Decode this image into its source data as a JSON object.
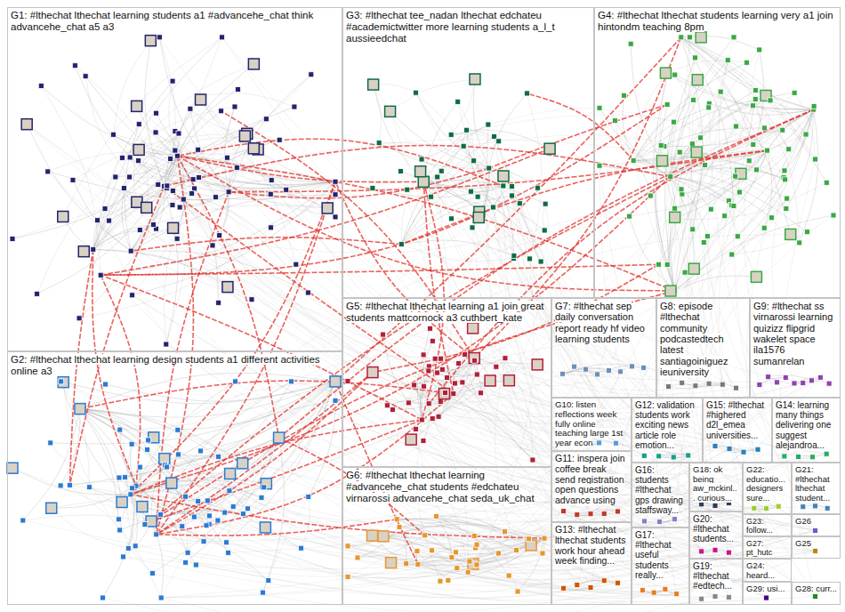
{
  "diagram": {
    "nodes": [
      {
        "text": [
          "G1: #lthechat lthechat learning students a1 #advancehe_chat think advancehe_chat a5 a3"
        ]
      },
      {
        "text": [
          "G2: #lthechat lthechat learning design students a1 different activities online a3"
        ]
      },
      {
        "text": [
          "G3: #lthechat tee_nadan lthechat edchateu #academictwitter more learning students a_l_t aussieedchat"
        ]
      },
      {
        "text": [
          "G4: #lthechat lthechat students learning very a1 join hintondm teaching 8pm"
        ]
      },
      {
        "text": [
          "G5: #lthechat lthechat learning a1 join great students mattcornock a3 cuthbert_kate"
        ]
      },
      {
        "text": [
          "G6: #lthechat lthechat learning #advancehe_chat students #edchateu virnarossi advancehe_chat seda_uk_chat"
        ]
      },
      {
        "text": [
          "G7: #lthechat sep daily conversation report ready hf video learning students"
        ]
      },
      {
        "text": [
          "G8: episode #lthechat community podcastedtech latest santiagoiniguez ieuniversity"
        ]
      },
      {
        "text": [
          "G9: #lthechat ss virnarossi learning quizizz flipgrid wakelet space ila1576 sumanrelan"
        ]
      },
      {
        "text": [
          "G10: listen reflections week fully online teaching large 1st year econ"
        ]
      },
      {
        "text": [
          "G11: inspera join coffee break send registration open questions advance using"
        ]
      },
      {
        "text": [
          "G12: validation students work exciting news article role emotion..."
        ]
      },
      {
        "text": [
          "G13: #lthechat lthechat students work hour ahead week finding..."
        ]
      },
      {
        "text": [
          "G14: learning many things delivering one suggest alejandroa..."
        ]
      },
      {
        "text": [
          "G15: #lthechat #highered d2l_emea universities..."
        ]
      },
      {
        "text": [
          "G16: students #lthechat gps drawing staffsway..."
        ]
      },
      {
        "text": [
          "G17: #lthechat useful students really..."
        ]
      },
      {
        "text": [
          "G18: ok being aw_mckinl... curious..."
        ]
      },
      {
        "text": [
          "G19: #lthechat #edtech..."
        ]
      },
      {
        "text": [
          "G20: #lthechat students..."
        ]
      },
      {
        "text": [
          "G21: #lthechat lthechat student..."
        ]
      },
      {
        "text": [
          "G22: educatio... designers sure..."
        ]
      },
      {
        "text": [
          "G23: follow..."
        ]
      },
      {
        "text": [
          "G24: heard..."
        ]
      },
      {
        "text": [
          "G25"
        ]
      },
      {
        "text": [
          "G26"
        ]
      },
      {
        "text": [
          "G27: pt_hutc"
        ]
      },
      {
        "text": [
          "G28: curr..."
        ]
      },
      {
        "text": [
          "G29: usi..."
        ]
      }
    ]
  }
}
